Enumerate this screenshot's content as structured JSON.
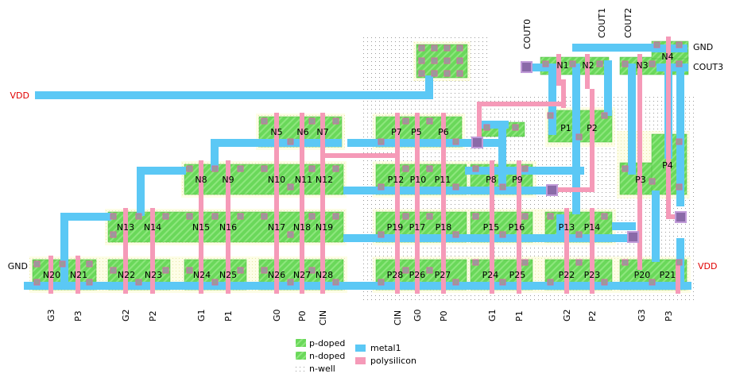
{
  "colors": {
    "metal1": "#5bc8f5",
    "polysilicon": "#f59ab8",
    "doped": "#6ad85a",
    "doped_hatch": "#9be88d",
    "well_region": "#fdfde2",
    "nwell_dot": "#9a9a9a",
    "contact": "#9a9a9a",
    "contact_x": "#d070a0",
    "via": "#8a6aa8",
    "rail_label": "#e00000"
  },
  "rails": {
    "vdd_left": "VDD",
    "gnd_left": "GND",
    "gnd_right": "GND",
    "vdd_right": "VDD"
  },
  "outputs": [
    "COUT0",
    "COUT1",
    "COUT2",
    "COUT3"
  ],
  "bottom_inputs": [
    "G3",
    "P3",
    "G2",
    "P2",
    "G1",
    "P1",
    "G0",
    "P0",
    "CIN",
    "CIN",
    "G0",
    "P0",
    "G1",
    "P1",
    "G2",
    "P2",
    "G3",
    "P3"
  ],
  "transistors": {
    "n": [
      "N1",
      "N2",
      "N3",
      "N4",
      "N5",
      "N6",
      "N7",
      "N8",
      "N9",
      "N10",
      "N11",
      "N12",
      "N13",
      "N14",
      "N15",
      "N16",
      "N17",
      "N18",
      "N19",
      "N20",
      "N21",
      "N22",
      "N23",
      "N24",
      "N25",
      "N26",
      "N27",
      "N28"
    ],
    "p": [
      "P1",
      "P2",
      "P3",
      "P4",
      "P5",
      "P6",
      "P7",
      "P8",
      "P9",
      "P10",
      "P11",
      "P12",
      "P13",
      "P14",
      "P15",
      "P16",
      "P17",
      "P18",
      "P19",
      "P20",
      "P21",
      "P22",
      "P23",
      "P24",
      "P25",
      "P26",
      "P27",
      "P28"
    ]
  },
  "legend": {
    "p_doped": "p-doped",
    "n_doped": "n-doped",
    "n_well": "n-well",
    "metal1": "metal1",
    "polysilicon": "polysilicon"
  }
}
